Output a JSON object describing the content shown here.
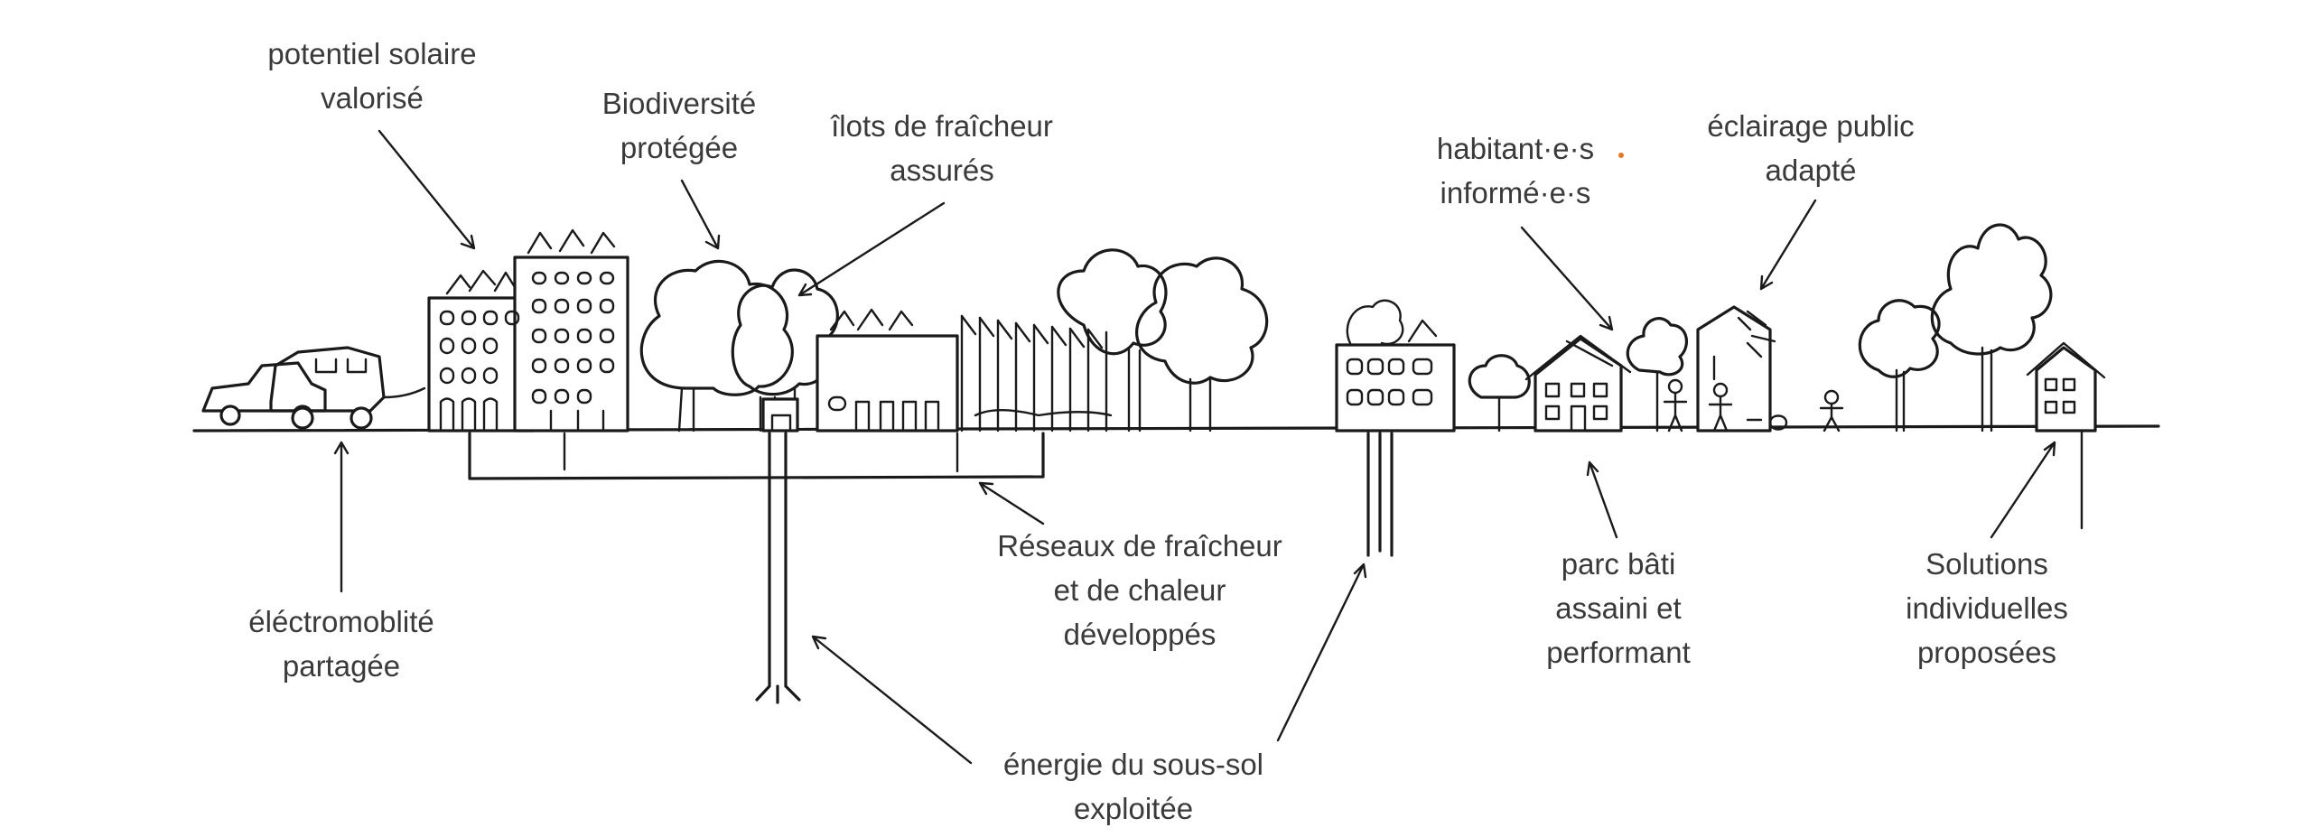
{
  "labels": {
    "solaire": [
      "potentiel solaire",
      "valorisé"
    ],
    "biodiversite": [
      "Biodiversité",
      "protégée"
    ],
    "ilots": [
      "îlots de fraîcheur",
      "assurés"
    ],
    "habitants": [
      "habitant·e·s",
      "informé·e·s"
    ],
    "eclairage": [
      "éclairage public",
      "adapté"
    ],
    "electromobilite": [
      "éléctromoblité",
      "partagée"
    ],
    "reseaux": [
      "Réseaux de fraîcheur",
      "et de chaleur",
      "développés"
    ],
    "parc": [
      "parc bâti",
      "assaini et",
      "performant"
    ],
    "solutions": [
      "Solutions",
      "individuelles",
      "proposées"
    ],
    "energie": [
      "énergie du sous-sol",
      "exploitée"
    ]
  },
  "colors": {
    "ink": "#1a1a1a",
    "text": "#3a3a3a",
    "accent_dot": "#e07a2a",
    "background": "#ffffff"
  }
}
